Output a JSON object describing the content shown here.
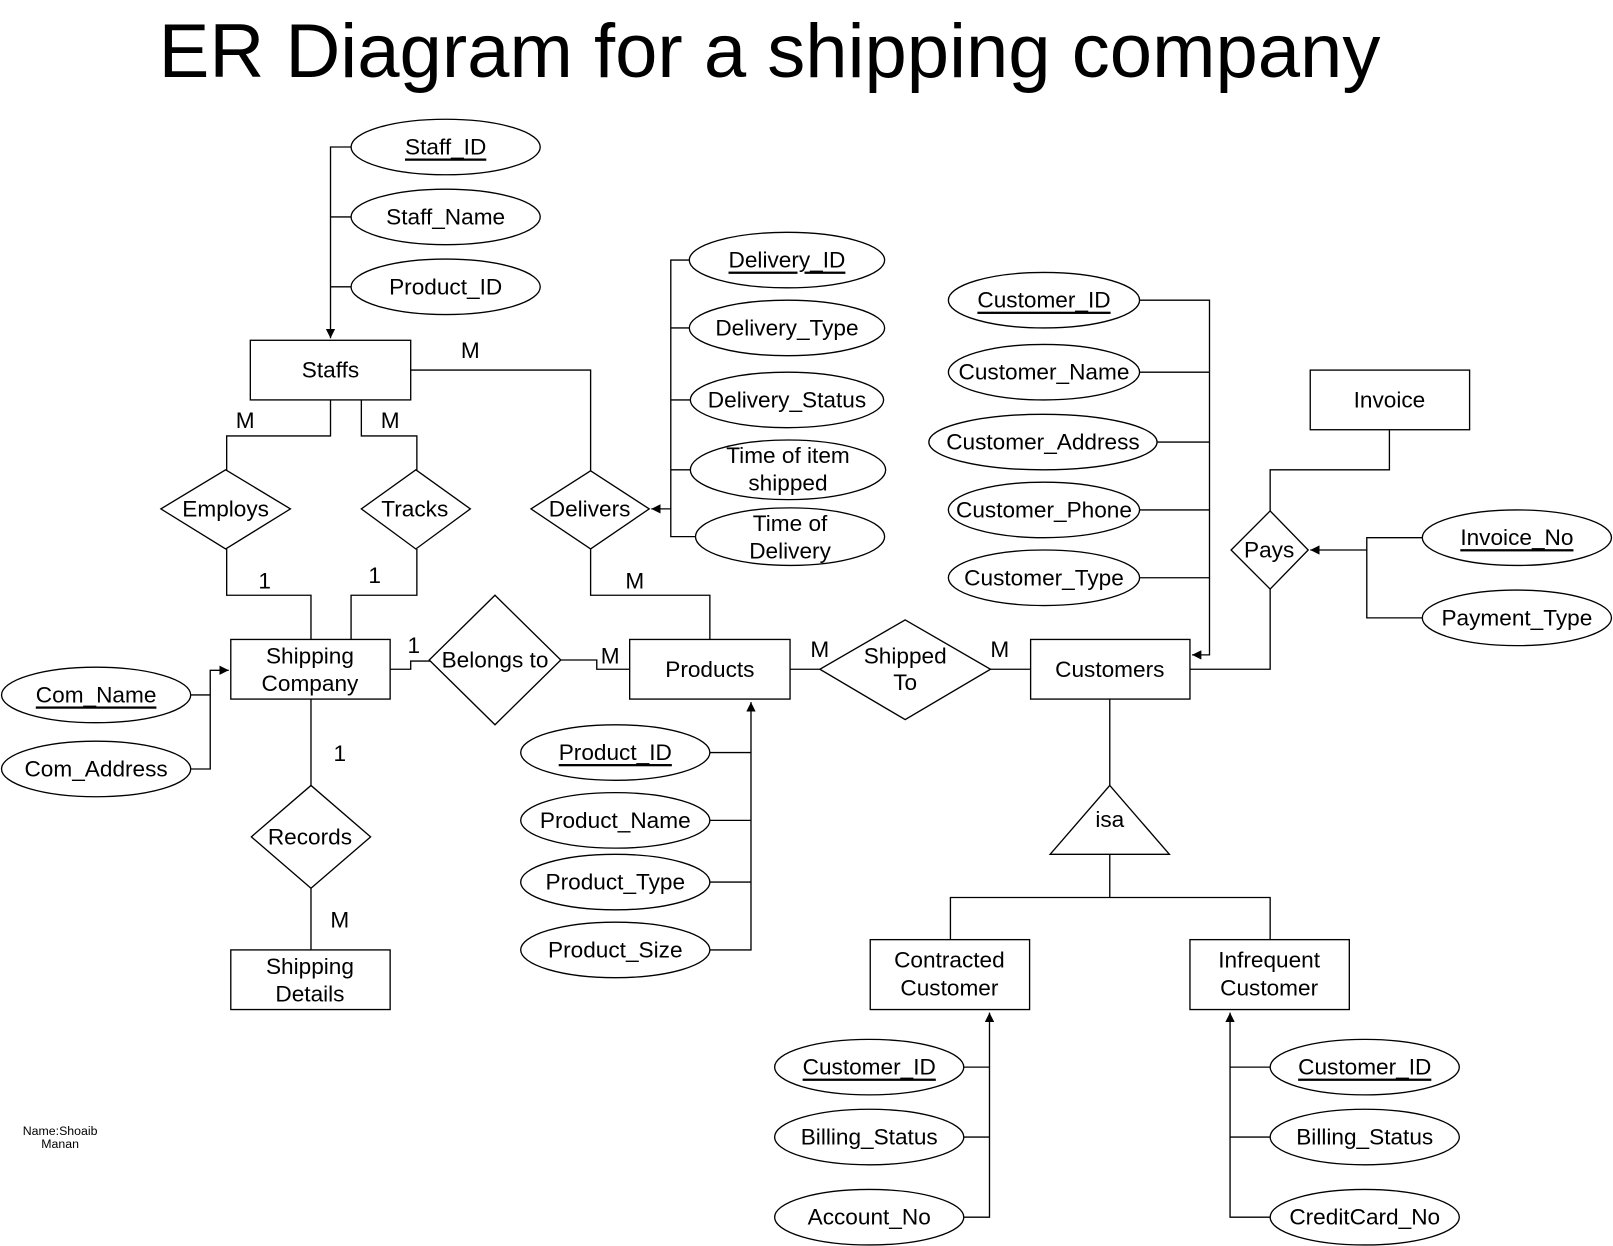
{
  "title": "ER Diagram for a shipping company",
  "author": {
    "line1": "Name:Shoaib",
    "line2": "Manan"
  },
  "entities": {
    "staffs": {
      "lines": [
        "Staffs"
      ]
    },
    "shipping_company": {
      "lines": [
        "Shipping",
        "Company"
      ]
    },
    "shipping_details": {
      "lines": [
        "Shipping",
        "Details"
      ]
    },
    "products": {
      "lines": [
        "Products"
      ]
    },
    "customers": {
      "lines": [
        "Customers"
      ]
    },
    "invoice": {
      "lines": [
        "Invoice"
      ]
    },
    "contracted_customer": {
      "lines": [
        "Contracted",
        "Customer"
      ]
    },
    "infrequent_customer": {
      "lines": [
        "Infrequent",
        "Customer"
      ]
    }
  },
  "relationships": {
    "employs": {
      "lines": [
        "Employs"
      ]
    },
    "tracks": {
      "lines": [
        "Tracks"
      ]
    },
    "delivers": {
      "lines": [
        "Delivers"
      ]
    },
    "belongs_to": {
      "lines": [
        "Belongs to"
      ]
    },
    "shipped_to": {
      "lines": [
        "Shipped",
        "To"
      ]
    },
    "records": {
      "lines": [
        "Records"
      ]
    },
    "pays": {
      "lines": [
        "Pays"
      ]
    },
    "isa": {
      "lines": [
        "isa"
      ]
    }
  },
  "attributes": {
    "staffs": [
      {
        "name": "Staff_ID",
        "key": true
      },
      {
        "name": "Staff_Name",
        "key": false
      },
      {
        "name": "Product_ID",
        "key": false
      }
    ],
    "delivers": [
      {
        "lines": [
          "Delivery_ID"
        ],
        "key": true
      },
      {
        "lines": [
          "Delivery_Type"
        ],
        "key": false
      },
      {
        "lines": [
          "Delivery_Status"
        ],
        "key": false
      },
      {
        "lines": [
          "Time of item",
          "shipped"
        ],
        "key": false
      },
      {
        "lines": [
          "Time of",
          "Delivery"
        ],
        "key": false
      }
    ],
    "shipping_company": [
      {
        "name": "Com_Name",
        "key": true
      },
      {
        "name": "Com_Address",
        "key": false
      }
    ],
    "products": [
      {
        "name": "Product_ID",
        "key": true
      },
      {
        "name": "Product_Name",
        "key": false
      },
      {
        "name": "Product_Type",
        "key": false
      },
      {
        "name": "Product_Size",
        "key": false
      }
    ],
    "customers": [
      {
        "name": "Customer_ID",
        "key": true
      },
      {
        "name": "Customer_Name",
        "key": false
      },
      {
        "name": "Customer_Address",
        "key": false
      },
      {
        "name": "Customer_Phone",
        "key": false
      },
      {
        "name": "Customer_Type",
        "key": false
      }
    ],
    "pays": [
      {
        "name": "Invoice_No",
        "key": true
      },
      {
        "name": "Payment_Type",
        "key": false
      }
    ],
    "contracted_customer": [
      {
        "name": "Customer_ID",
        "key": true
      },
      {
        "name": "Billing_Status",
        "key": false
      },
      {
        "name": "Account_No",
        "key": false
      }
    ],
    "infrequent_customer": [
      {
        "name": "Customer_ID",
        "key": true
      },
      {
        "name": "Billing_Status",
        "key": false
      },
      {
        "name": "CreditCard_No",
        "key": false
      }
    ]
  },
  "cardinalities": {
    "staffs_delivers": "M",
    "staffs_employs": "M",
    "staffs_tracks": "M",
    "employs_company": "1",
    "tracks_company": "1",
    "delivers_products": "M",
    "company_belongs": "1",
    "belongs_products": "M",
    "products_shipped": "M",
    "shipped_customers": "M",
    "company_records": "1",
    "records_details": "M"
  }
}
